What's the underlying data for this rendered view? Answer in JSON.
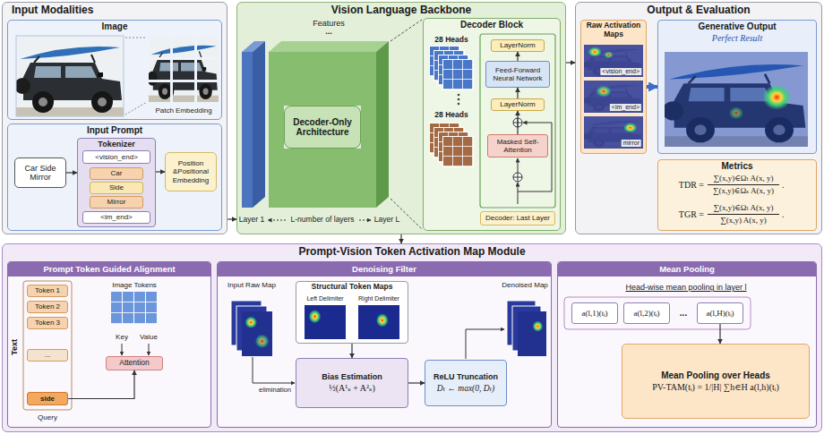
{
  "diagram": {
    "nodes": [
      {
        "text": [
          "Input Modalities"
        ]
      },
      {
        "text": [
          "Image"
        ],
        "in": 0
      },
      {
        "text": [
          "Input Prompt"
        ],
        "in": 0
      },
      {
        "text": [
          "Car Side Mirror"
        ],
        "in": 2
      },
      {
        "text": [
          "Tokenizer"
        ],
        "in": 2
      },
      {
        "text": [
          "<vision_end>"
        ],
        "in": 4
      },
      {
        "text": [
          "Car"
        ],
        "in": 4
      },
      {
        "text": [
          "Side"
        ],
        "in": 4
      },
      {
        "text": [
          "Mirror"
        ],
        "in": 4
      },
      {
        "text": [
          "<im_end>"
        ],
        "in": 4
      },
      {
        "text": [
          "Position &Positional Embedding"
        ],
        "in": 2
      },
      {
        "text": [
          "Vision Language Backbone"
        ]
      },
      {
        "text": [
          "Decoder-Only Architecture"
        ],
        "in": 11
      },
      {
        "text": [
          "Decoder Block"
        ],
        "in": 11
      },
      {
        "text": [
          "LayerNorm"
        ],
        "in": 13
      },
      {
        "text": [
          "Feed-Forward Neural Network"
        ],
        "in": 13
      },
      {
        "text": [
          "LayerNorm"
        ],
        "in": 13
      },
      {
        "text": [
          "Masked Self-Attention"
        ],
        "in": 13
      },
      {
        "text": [
          "Decoder: Last Layer"
        ],
        "in": 13
      },
      {
        "text": [
          "Output & Evaluation"
        ]
      },
      {
        "text": [
          "Raw Activation Maps"
        ],
        "in": 19
      },
      {
        "text": [
          "Generative Output",
          "Perfect Result"
        ],
        "in": 19
      },
      {
        "text": [
          "Metrics"
        ],
        "in": 19
      },
      {
        "text": [
          "Prompt-Vision Token Activation Map Module"
        ]
      },
      {
        "text": [
          "Prompt Token Guided Alignment"
        ],
        "in": 23
      },
      {
        "text": [
          "Token 1"
        ],
        "in": 24
      },
      {
        "text": [
          "Token 2"
        ],
        "in": 24
      },
      {
        "text": [
          "Token 3"
        ],
        "in": 24
      },
      {
        "text": [
          "..."
        ],
        "in": 24
      },
      {
        "text": [
          "side"
        ],
        "in": 24
      },
      {
        "text": [
          "Attention"
        ],
        "in": 24
      },
      {
        "text": [
          "Denoising Filter"
        ],
        "in": 23
      },
      {
        "text": [
          "Structural Token Maps"
        ],
        "in": 31
      },
      {
        "text": [
          "Bias Estimation",
          "½(A¹ₛ + A²ₛ)"
        ],
        "in": 31
      },
      {
        "text": [
          "ReLU Truncation",
          "Dₜ ← max(0, Dₜ)"
        ],
        "in": 31
      },
      {
        "text": [
          "Mean Pooling"
        ],
        "in": 23
      },
      {
        "text": [
          "a(l,1)(tᵢ)"
        ],
        "in": 35
      },
      {
        "text": [
          "a(l,2)(tᵢ)"
        ],
        "in": 35
      },
      {
        "text": [
          "a(l,H)(tᵢ)"
        ],
        "in": 35
      },
      {
        "text": [
          "Mean Pooling over Heads",
          "PV-TAM(tᵢ) = 1/|H| ∑h∈H a(l,h)(tᵢ)"
        ],
        "in": 35
      }
    ],
    "edges": [
      {
        "from": 0,
        "to": 11,
        "arrow": "to"
      },
      {
        "from": 11,
        "to": 19,
        "arrow": "to"
      },
      {
        "from": 11,
        "to": 23,
        "arrow": "to"
      },
      {
        "from": 3,
        "to": 4,
        "arrow": "to"
      },
      {
        "from": 4,
        "to": 10,
        "arrow": "to"
      },
      {
        "from": 20,
        "to": 21,
        "arrow": "to"
      },
      {
        "from": 17,
        "to": 16,
        "arrow": "to"
      },
      {
        "from": 16,
        "to": 15,
        "arrow": "to"
      },
      {
        "from": 15,
        "to": 14,
        "arrow": "to"
      },
      {
        "from": 29,
        "to": 30,
        "arrow": "to"
      },
      {
        "from": 32,
        "to": 33,
        "arrow": "to"
      },
      {
        "from": 33,
        "to": 34,
        "arrow": "to"
      },
      {
        "from": 38,
        "to": 39,
        "arrow": "to"
      }
    ],
    "labels": [
      "Patch Embedding",
      "Features",
      "...",
      "Layer 1",
      "L-number of layers",
      "Layer L",
      "28 Heads",
      "28 Heads",
      "<vision_end>",
      "<im_end>",
      "mirror",
      "TDR =",
      "∑(x,y)∈Ωₜ A(x, y)",
      "∑(x,y)∈Ωₛ A(x, y)",
      ".",
      "TGR =",
      "∑(x,y)∈Ωₜ A(x, y)",
      "∑(x,y) A(x, y)",
      ".",
      "Text",
      "Image Tokens",
      "Key",
      "Value",
      "Query",
      "Input Raw Map",
      "Left Delimiter",
      "Right Delimiter",
      "elimination",
      "Denoised Map",
      "Head-wise mean pooling in layer l",
      "..."
    ]
  }
}
